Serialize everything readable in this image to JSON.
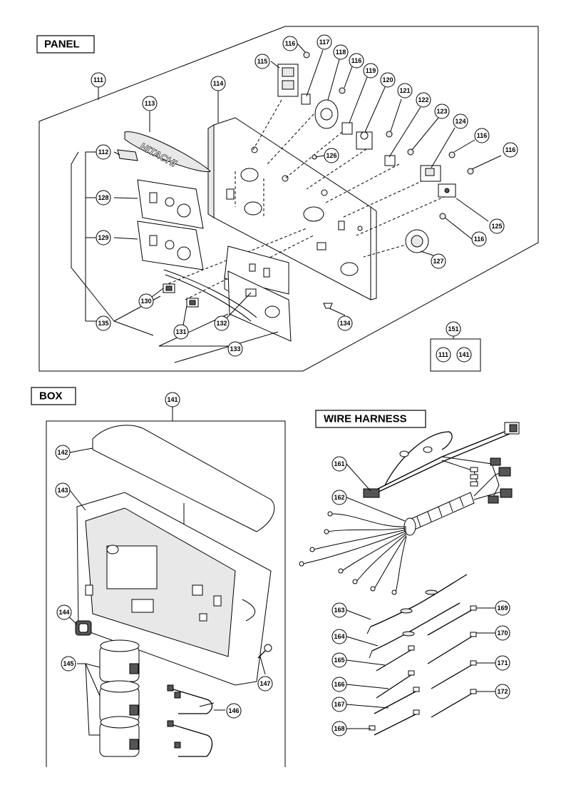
{
  "sections": {
    "panel": "PANEL",
    "box": "BOX",
    "wire_harness": "WIRE HARNESS"
  },
  "logo_text": "HITACHI",
  "panel_callouts": [
    "111",
    "113",
    "112",
    "114",
    "115",
    "116",
    "117",
    "118",
    "116",
    "119",
    "120",
    "121",
    "122",
    "123",
    "124",
    "116",
    "116",
    "126",
    "128",
    "129",
    "125",
    "116",
    "127",
    "130",
    "131",
    "132",
    "133",
    "134",
    "135",
    "151",
    "111",
    "141"
  ],
  "box_callouts": [
    "141",
    "142",
    "143",
    "144",
    "145",
    "146",
    "147"
  ],
  "wire_callouts": [
    "161",
    "162",
    "163",
    "164",
    "165",
    "166",
    "167",
    "168",
    "169",
    "170",
    "171",
    "172"
  ]
}
